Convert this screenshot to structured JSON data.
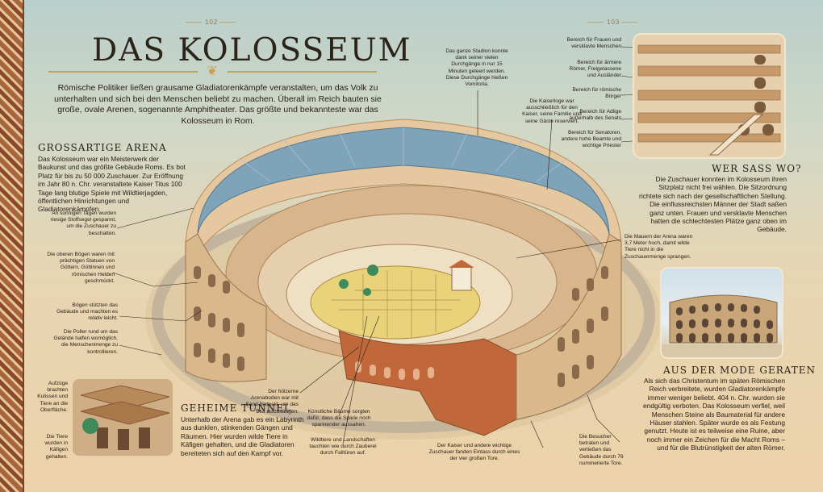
{
  "page": {
    "left_page_number": "102",
    "right_page_number": "103",
    "title": "DAS KOLOSSEUM",
    "intro": "Römische Politiker ließen grausame Gladiatorenkämpfe veranstalten, um das Volk zu unterhalten und sich bei den Menschen beliebt zu machen. Überall im Reich bauten sie große, ovale Arenen, sogenannte Amphitheater. Das größte und bekannteste war das Kolosseum in Rom."
  },
  "sections": {
    "arena": {
      "heading": "GROSSARTIGE ARENA",
      "text": "Das Kolosseum war ein Meisterwerk der Baukunst und das größte Gebäude Roms. Es bot Platz für bis zu 50 000 Zuschauer. Zur Eröffnung im Jahr 80 n. Chr. veranstaltete Kaiser Titus 100 Tage lang blutige Spiele mit Wildtierjagden, öffentlichen Hinrichtungen und Gladiatorenkämpfen."
    },
    "tunnel": {
      "heading": "GEHEIME TUNNEL",
      "text": "Unterhalb der Arena gab es ein Labyrinth aus dunklen, stinkenden Gängen und Räumen. Hier wurden wilde Tiere in Käfigen gehalten, und die Gladiatoren bereiteten sich auf den Kampf vor."
    },
    "seating": {
      "heading": "WER SASS WO?",
      "text": "Die Zuschauer konnten im Kolosseum ihren Sitzplatz nicht frei wählen. Die Sitzordnung richtete sich nach der gesellschaftlichen Stellung. Die einflussreichsten Männer der Stadt saßen ganz unten. Frauen und versklavte Menschen hatten die schlechtesten Plätze ganz oben im Gebäude."
    },
    "fashion": {
      "heading": "AUS DER MODE GERATEN",
      "text": "Als sich das Christentum im späten Römischen Reich verbreitete, wurden Gladiatorenkämpfe immer weniger beliebt. 404 n. Chr. wurden sie endgültig verboten. Das Kolosseum verfiel, weil Menschen Steine als Baumaterial für andere Häuser stahlen. Später wurde es als Festung genutzt. Heute ist es teilweise eine Ruine, aber noch immer ein Zeichen für die Macht Roms – und für die Blutrünstigkeit der alten Römer."
    }
  },
  "annotations": {
    "awning": "An sonnigen Tagen wurden riesige Stoffsegel gespannt, um die Zuschauer zu beschatten.",
    "statues": "Die oberen Bögen waren mit prächtigen Statuen von Göttern, Göttinnen und römischen Helden geschmückt.",
    "arches": "Bögen stützten das Gebäude und machten es relativ leicht.",
    "bollards": "Die Poller rund um das Gelände halfen womöglich, die Menschenmenge zu kontrollieren.",
    "lifts": "Aufzüge brachten Kulissen und Tiere an die Oberfläche.",
    "cages": "Die Tiere wurden in Käfigen gehalten.",
    "passages": "Das ganze Stadion konnte dank seiner vielen Durchgänge in nur 15 Minuten geleert werden. Diese Durchgänge hießen Vomitoria.",
    "emperor_box": "Die Kaiserloge war ausschließlich für den Kaiser, seine Familie und seine Gäste reserviert.",
    "arena_floor": "Der hölzerne Arenaboden war mit Sand bedeckt, um das Blut aufzusaugen.",
    "trees": "Künstliche Bäume sorgten dafür, dass die Spiele noch spannender aussahen.",
    "trapdoors": "Wildtiere und Landschaften tauchten wie durch Zauberei durch Falltüren auf.",
    "gates": "Der Kaiser und andere wichtige Zuschauer fanden Eintass durch eines der vier großen Tore.",
    "exits": "Die Besucher betraten und verließen das Gebäude durch 76 nummerierte Tore.",
    "walls": "Die Mauern der Arena waren 3,7 Meter hoch, damit wilde Tiere nicht in die Zuschauermenge sprangen.",
    "tier_women": "Bereich für Frauen und versklavte Menschen",
    "tier_poor": "Bereich für ärmere Römer, Freigelassene und Ausländer",
    "tier_citizens": "Bereich für römische Bürger",
    "tier_nobles": "Bereich für Adlige außerhalb des Senats",
    "tier_senators": "Bereich für Senatoren, andere hohe Beamte und wichtige Priester"
  },
  "colors": {
    "gold_rule": "#c9a24a",
    "awning_blue": "#7fa3b8",
    "stone": "#d9b88c",
    "brick": "#c0683a",
    "sand": "#e8d27a"
  }
}
